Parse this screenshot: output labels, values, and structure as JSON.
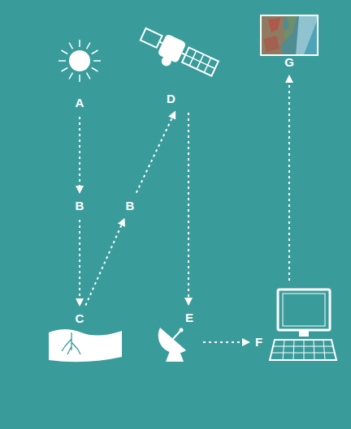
{
  "diagram": {
    "nodes": [
      {
        "text": [
          "A"
        ]
      },
      {
        "text": [
          "B"
        ]
      },
      {
        "text": [
          "C"
        ]
      },
      {
        "text": [
          "B"
        ]
      },
      {
        "text": [
          "D"
        ]
      },
      {
        "text": [
          "E"
        ]
      },
      {
        "text": [
          "F"
        ]
      },
      {
        "text": [
          "G"
        ]
      }
    ],
    "edges": [
      {
        "from": 0,
        "to": 1,
        "arrow": "to"
      },
      {
        "from": 1,
        "to": 2,
        "arrow": "to"
      },
      {
        "from": 2,
        "to": 3,
        "arrow": "to"
      },
      {
        "from": 3,
        "to": 4,
        "arrow": "to"
      },
      {
        "from": 4,
        "to": 5,
        "arrow": "to"
      },
      {
        "from": 5,
        "to": 6,
        "arrow": "to"
      },
      {
        "from": 6,
        "to": 7,
        "arrow": "to"
      }
    ]
  }
}
